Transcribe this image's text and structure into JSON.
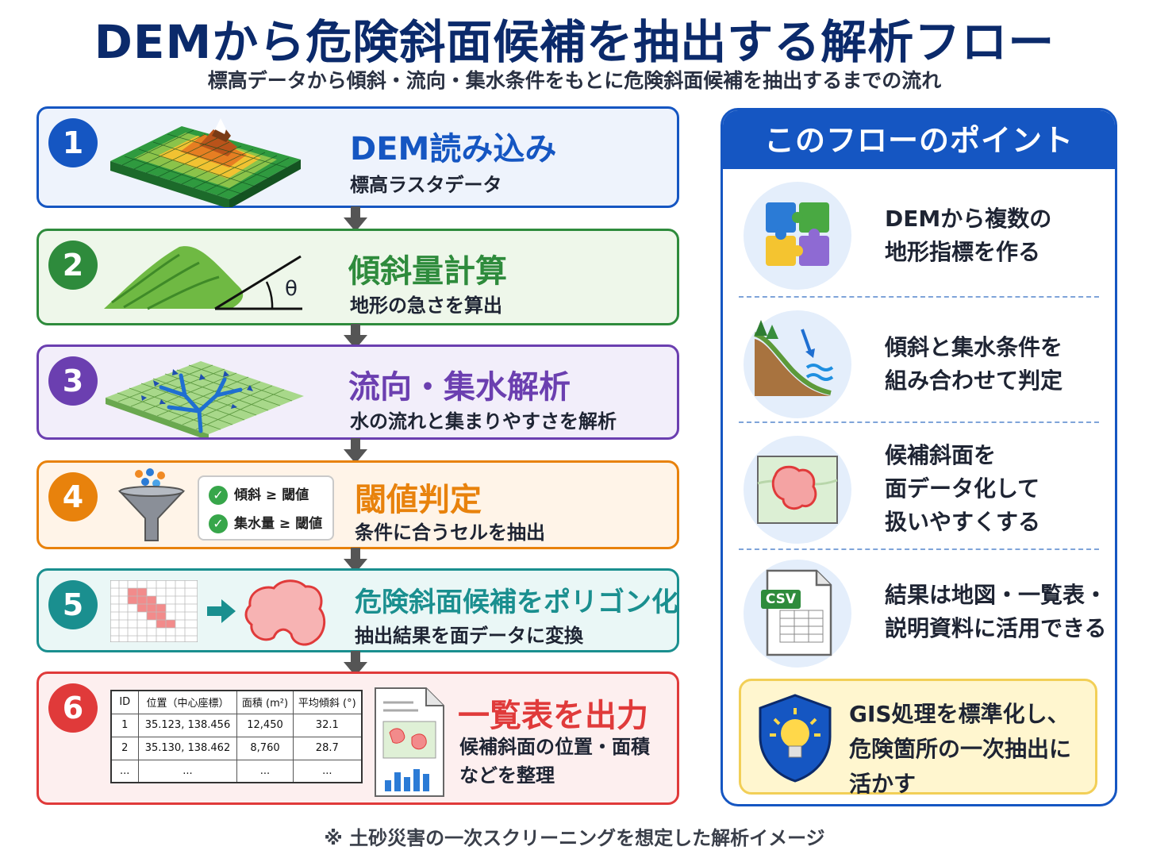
{
  "title": "DEMから危険斜面候補を抽出する解析フロー",
  "subtitle": "標高データから傾斜・流向・集水条件をもとに危険斜面候補を抽出するまでの流れ",
  "steps": [
    {
      "num": "1",
      "title": "DEM読み込み",
      "desc": "標高ラスタデータ",
      "color": "#1556c2",
      "bg": "#eef3fc"
    },
    {
      "num": "2",
      "title": "傾斜量計算",
      "desc": "地形の急さを算出",
      "theta": "θ",
      "color": "#2e8b3c",
      "bg": "#eef7ea"
    },
    {
      "num": "3",
      "title": "流向・集水解析",
      "desc": "水の流れと集まりやすさを解析",
      "color": "#6b3fb0",
      "bg": "#f2eefa"
    },
    {
      "num": "4",
      "title": "閾値判定",
      "desc": "条件に合うセルを抽出",
      "color": "#e8820c",
      "bg": "#fff4e8",
      "checks": [
        "傾斜 ≥ 閾値",
        "集水量 ≥ 閾値"
      ]
    },
    {
      "num": "5",
      "title": "危険斜面候補をポリゴン化",
      "desc": "抽出結果を面データに変換",
      "color": "#1a8f8f",
      "bg": "#eaf7f6"
    },
    {
      "num": "6",
      "title": "一覧表を出力",
      "desc1": "候補斜面の位置・面積",
      "desc2": "などを整理",
      "color": "#e03a3a",
      "bg": "#fdefef",
      "table": {
        "headers": [
          "ID",
          "位置（中心座標）",
          "面積 (m²)",
          "平均傾斜 (°)"
        ],
        "rows": [
          [
            "1",
            "35.123, 138.456",
            "12,450",
            "32.1"
          ],
          [
            "2",
            "35.130, 138.462",
            "8,760",
            "28.7"
          ],
          [
            "...",
            "...",
            "...",
            "..."
          ]
        ]
      }
    }
  ],
  "side": {
    "heading": "このフローのポイント",
    "points": [
      {
        "icon": "puzzle-icon",
        "lines": [
          "DEMから複数の",
          "地形指標を作る"
        ]
      },
      {
        "icon": "slope-water-icon",
        "lines": [
          "傾斜と集水条件を",
          "組み合わせて判定"
        ]
      },
      {
        "icon": "polygon-map-icon",
        "lines": [
          "候補斜面を",
          "面データ化して",
          "扱いやすくする"
        ]
      },
      {
        "icon": "csv-file-icon",
        "csv_label": "CSV",
        "lines": [
          "結果は地図・一覧表・",
          "説明資料に活用できる"
        ]
      }
    ],
    "callout": {
      "icon": "shield-bulb-icon",
      "lines": [
        "GIS処理を標準化し、",
        "危険箇所の一次抽出に",
        "活かす"
      ]
    }
  },
  "footnote": "※ 土砂災害の一次スクリーニングを想定した解析イメージ"
}
